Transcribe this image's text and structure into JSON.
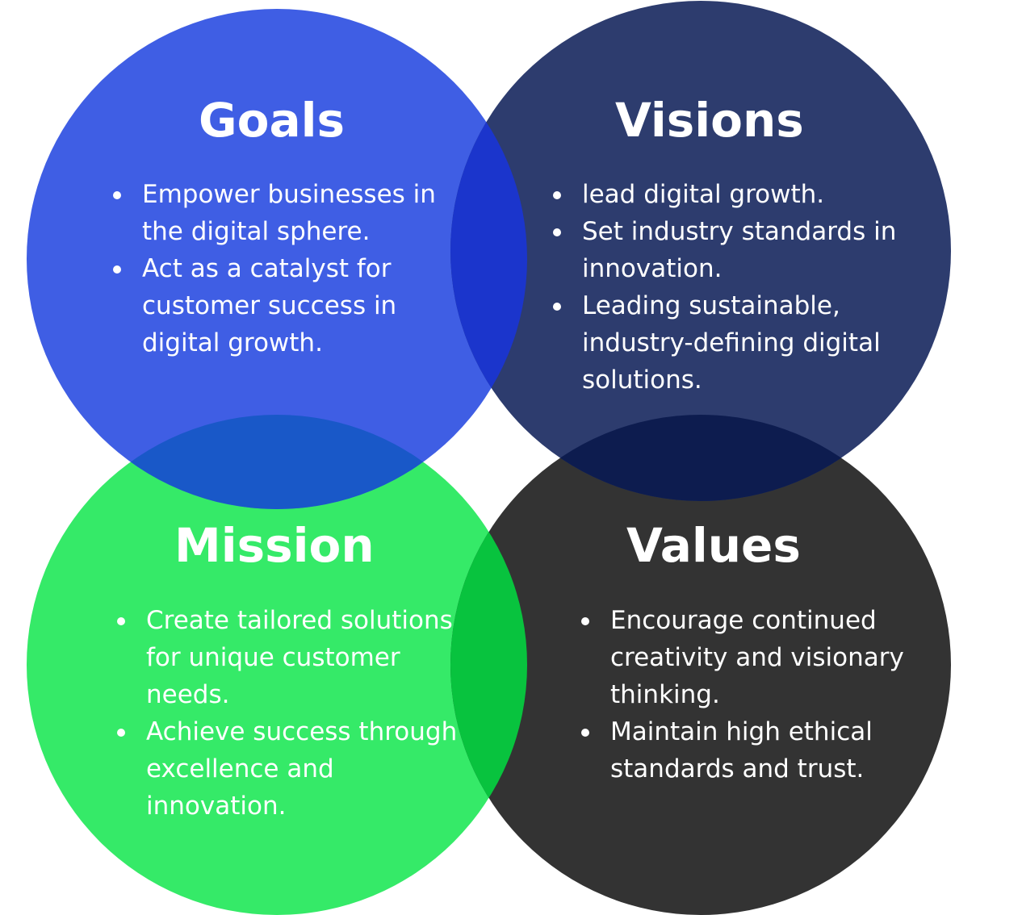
{
  "colors": {
    "goals": "#3f5ee4",
    "visions": "#2d3c6e",
    "mission": "#35ea68",
    "values": "#333333",
    "overlap_goals_visions": "#1b35cc",
    "overlap_goals_mission": "#1958c8",
    "overlap_visions_values": "#0d1c4f",
    "overlap_mission_values": "#08c33e"
  },
  "sections": {
    "goals": {
      "title": "Goals",
      "items": [
        "Empower businesses in the digital sphere.",
        "Act as a catalyst for customer success in digital growth."
      ]
    },
    "visions": {
      "title": "Visions",
      "items": [
        "lead digital growth.",
        "Set industry standards in innovation.",
        "Leading sustainable, industry-defining digital solutions."
      ]
    },
    "mission": {
      "title": "Mission",
      "items": [
        "Create tailored solutions for unique customer needs.",
        "Achieve success through excellence and innovation."
      ]
    },
    "values": {
      "title": "Values",
      "items": [
        "Encourage continued creativity and visionary thinking.",
        "Maintain high ethical standards and trust."
      ]
    }
  }
}
